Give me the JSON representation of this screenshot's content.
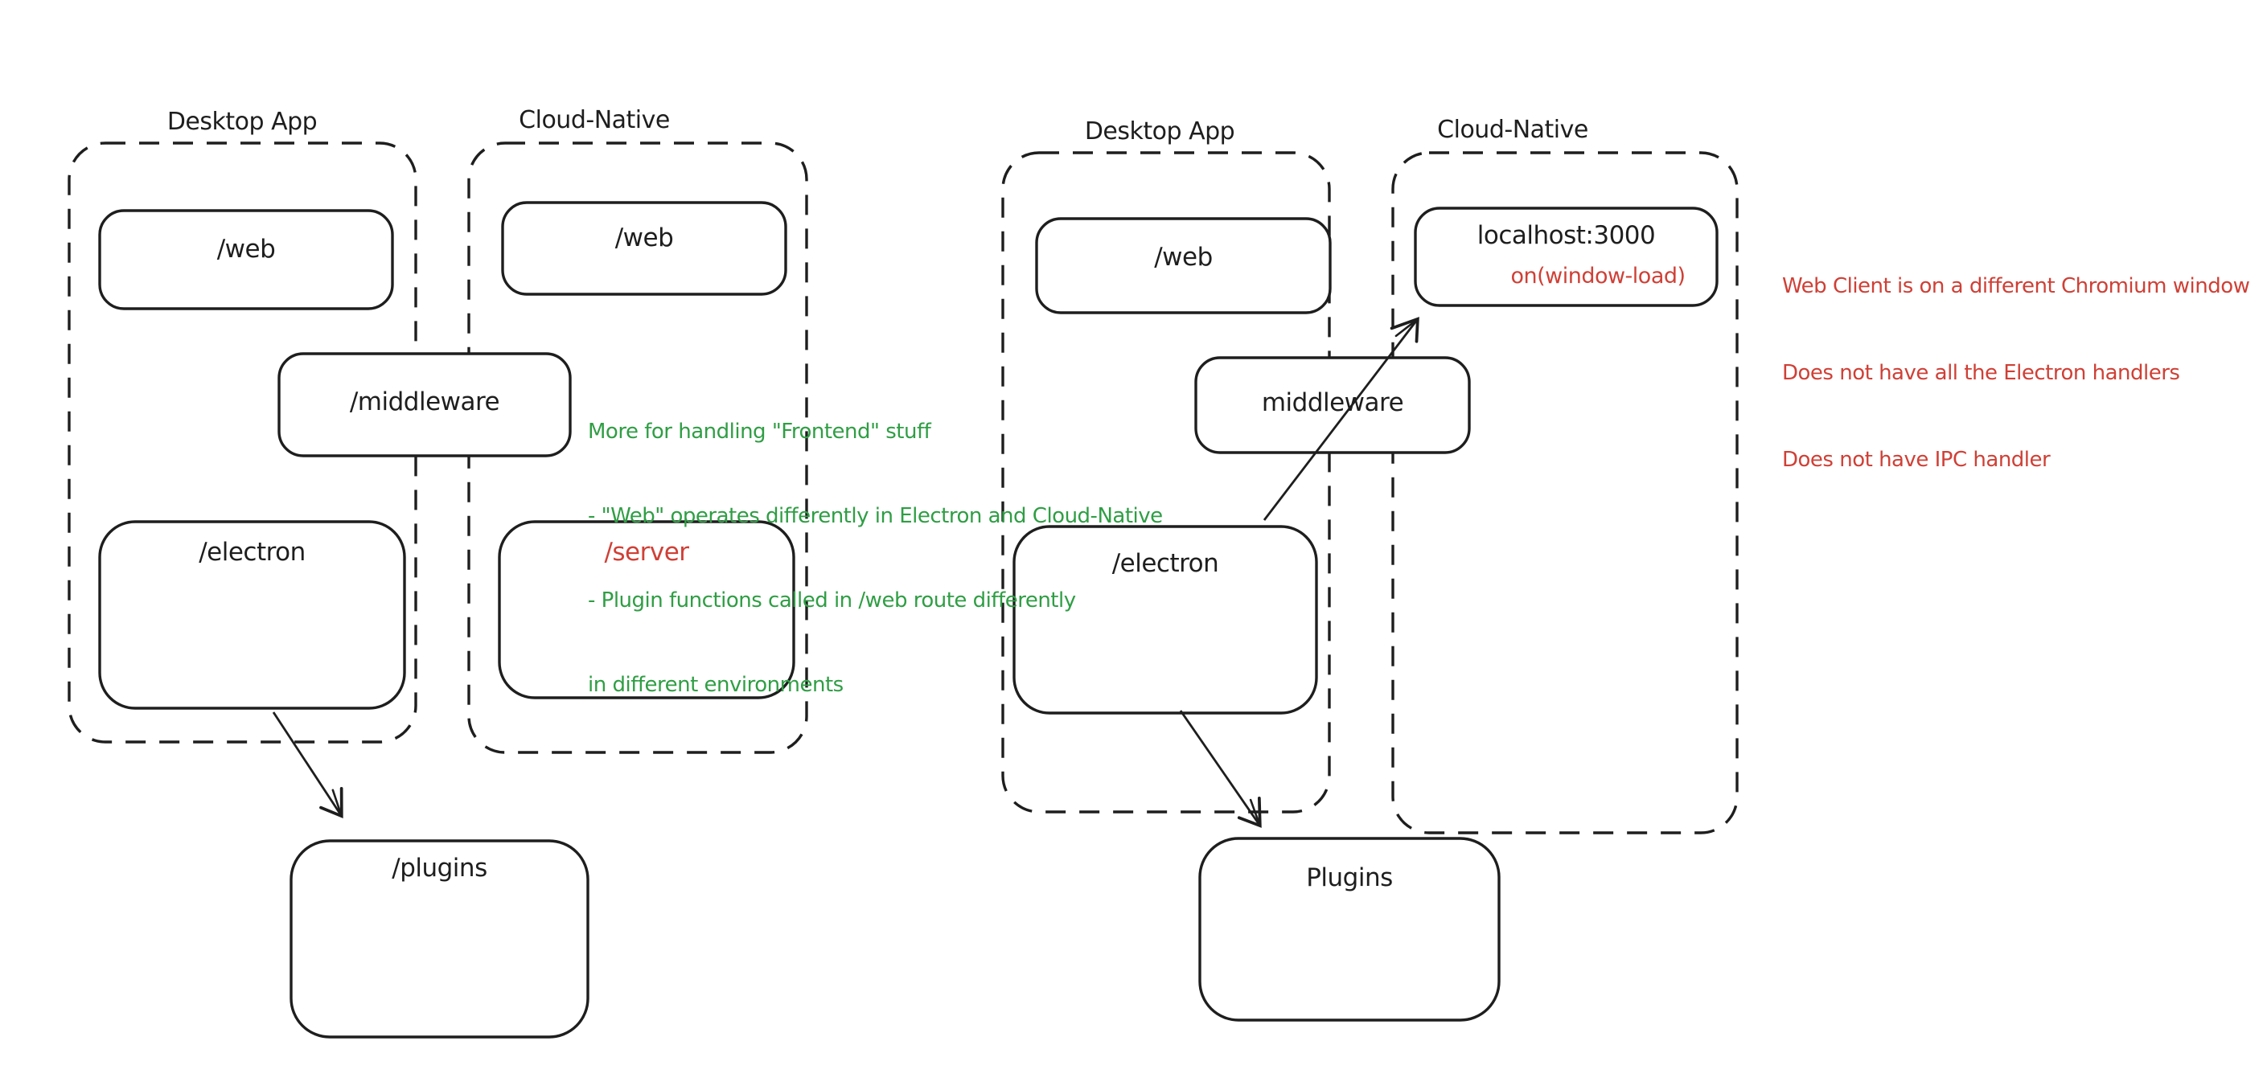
{
  "colors": {
    "ink": "#1e1e1e",
    "red": "#cf4036",
    "green": "#2f9e44",
    "background": "#ffffff"
  },
  "left_diagram": {
    "desktop_container_title": "Desktop App",
    "cloud_container_title": "Cloud-Native",
    "boxes": {
      "web_desktop": {
        "label": "/web"
      },
      "web_cloud": {
        "label": "/web"
      },
      "middleware": {
        "label": "/middleware"
      },
      "electron": {
        "label": "/electron"
      },
      "server": {
        "label": "/server",
        "label_color": "#cf4036"
      },
      "plugins": {
        "label": "/plugins"
      }
    },
    "green_note_lines": [
      "More for handling \"Frontend\" stuff",
      "- \"Web\" operates differently in Electron and Cloud-Native",
      "- Plugin functions called in /web route differently",
      "in different environments"
    ]
  },
  "right_diagram": {
    "desktop_container_title": "Desktop App",
    "cloud_container_title": "Cloud-Native",
    "boxes": {
      "web_desktop": {
        "label": "/web"
      },
      "localhost": {
        "label": "localhost:3000",
        "sub_label": "on(window-load)",
        "sub_label_color": "#cf4036"
      },
      "middleware": {
        "label": "middleware"
      },
      "electron": {
        "label": "/electron"
      },
      "plugins": {
        "label": "Plugins"
      }
    },
    "red_note_lines": [
      "Web Client is on a different Chromium window",
      "Does not have all the Electron handlers",
      "Does not have IPC handler"
    ]
  }
}
